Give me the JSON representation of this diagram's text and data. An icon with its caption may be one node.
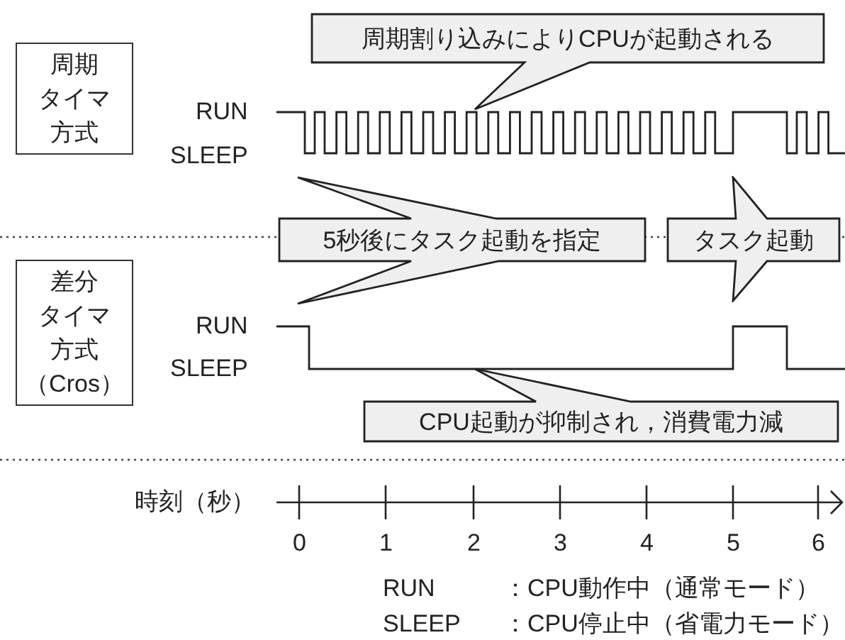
{
  "diagram": {
    "nodes": [
      {
        "text": [
          "周期タイマ方式"
        ]
      },
      {
        "text": [
          "差分タイマ方式（Cros）"
        ]
      },
      {
        "text": [
          "周期割り込みによりCPUが起動される"
        ]
      },
      {
        "text": [
          "5秒後にタスク起動を指定"
        ]
      },
      {
        "text": [
          "タスク起動"
        ]
      },
      {
        "text": [
          "CPU起動が抑制され，消費電力減"
        ]
      }
    ],
    "labels": [
      "RUN",
      "SLEEP",
      "RUN",
      "SLEEP",
      "時刻（秒）",
      "0",
      "1",
      "2",
      "3",
      "4",
      "5",
      "6",
      "RUN",
      "：CPU動作中（通常モード）",
      "SLEEP",
      "：CPU停止中（省電力モード）"
    ]
  }
}
